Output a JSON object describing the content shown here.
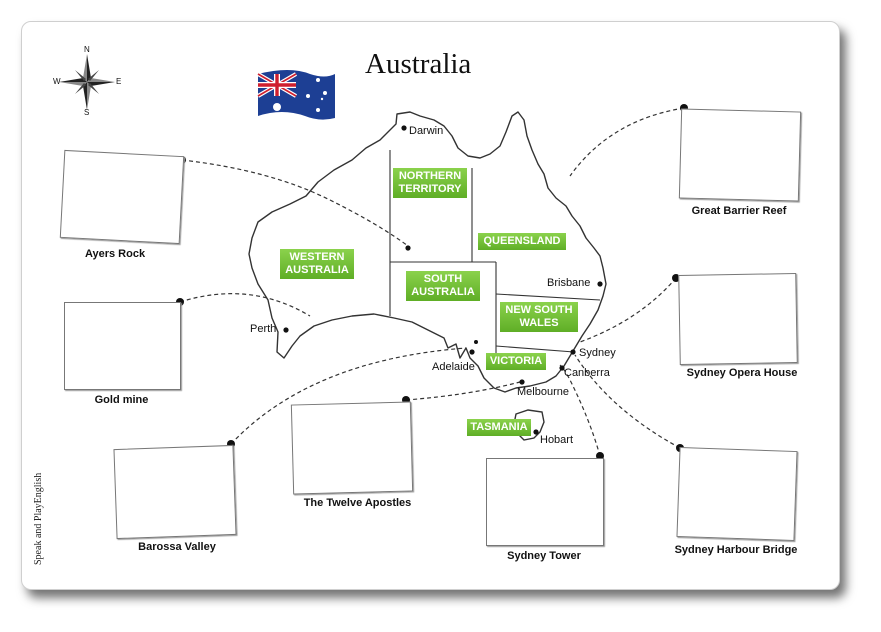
{
  "title": "Australia",
  "credit": "Speak and PlayEnglish",
  "compass": {
    "n": "N",
    "s": "S",
    "e": "E",
    "w": "W"
  },
  "states": {
    "nt": "NORTHERN TERRITORY",
    "wa": "WESTERN AUSTRALIA",
    "qld": "QUEENSLAND",
    "sa": "SOUTH AUSTRALIA",
    "nsw": "NEW SOUTH WALES",
    "vic": "VICTORIA",
    "tas": "TASMANIA"
  },
  "cities": {
    "darwin": "Darwin",
    "perth": "Perth",
    "brisbane": "Brisbane",
    "sydney": "Sydney",
    "canberra": "Canberra",
    "adelaide": "Adelaide",
    "melbourne": "Melbourne",
    "hobart": "Hobart"
  },
  "landmarks": {
    "ayers": "Ayers Rock",
    "gold": "Gold mine",
    "barossa": "Barossa Valley",
    "apostles": "The Twelve Apostles",
    "tower": "Sydney Tower",
    "harbour": "Sydney Harbour Bridge",
    "opera": "Sydney Opera House",
    "reef": "Great Barrier Reef"
  }
}
